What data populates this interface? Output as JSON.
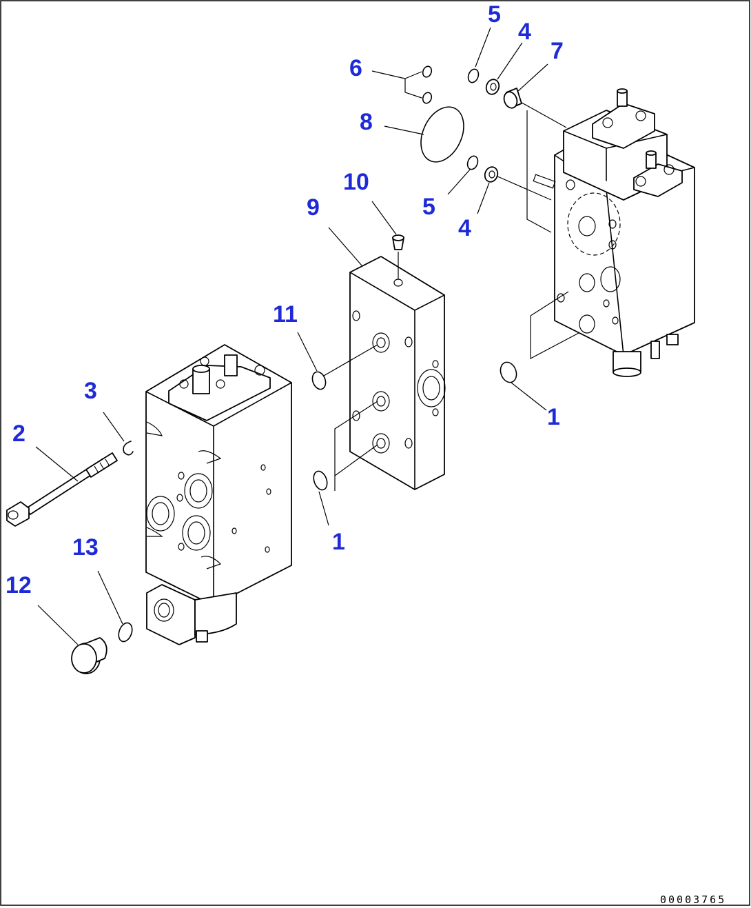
{
  "callouts": {
    "c5a": "5",
    "c4a": "4",
    "c7": "7",
    "c6": "6",
    "c8": "8",
    "c10": "10",
    "c9": "9",
    "c5b": "5",
    "c4b": "4",
    "c11": "11",
    "c1a": "1",
    "c3": "3",
    "c2": "2",
    "c1b": "1",
    "c13": "13",
    "c12": "12"
  },
  "document_number": "00003765",
  "colors": {
    "callout": "#1e2ad8",
    "line": "#000000",
    "background": "#ffffff"
  }
}
